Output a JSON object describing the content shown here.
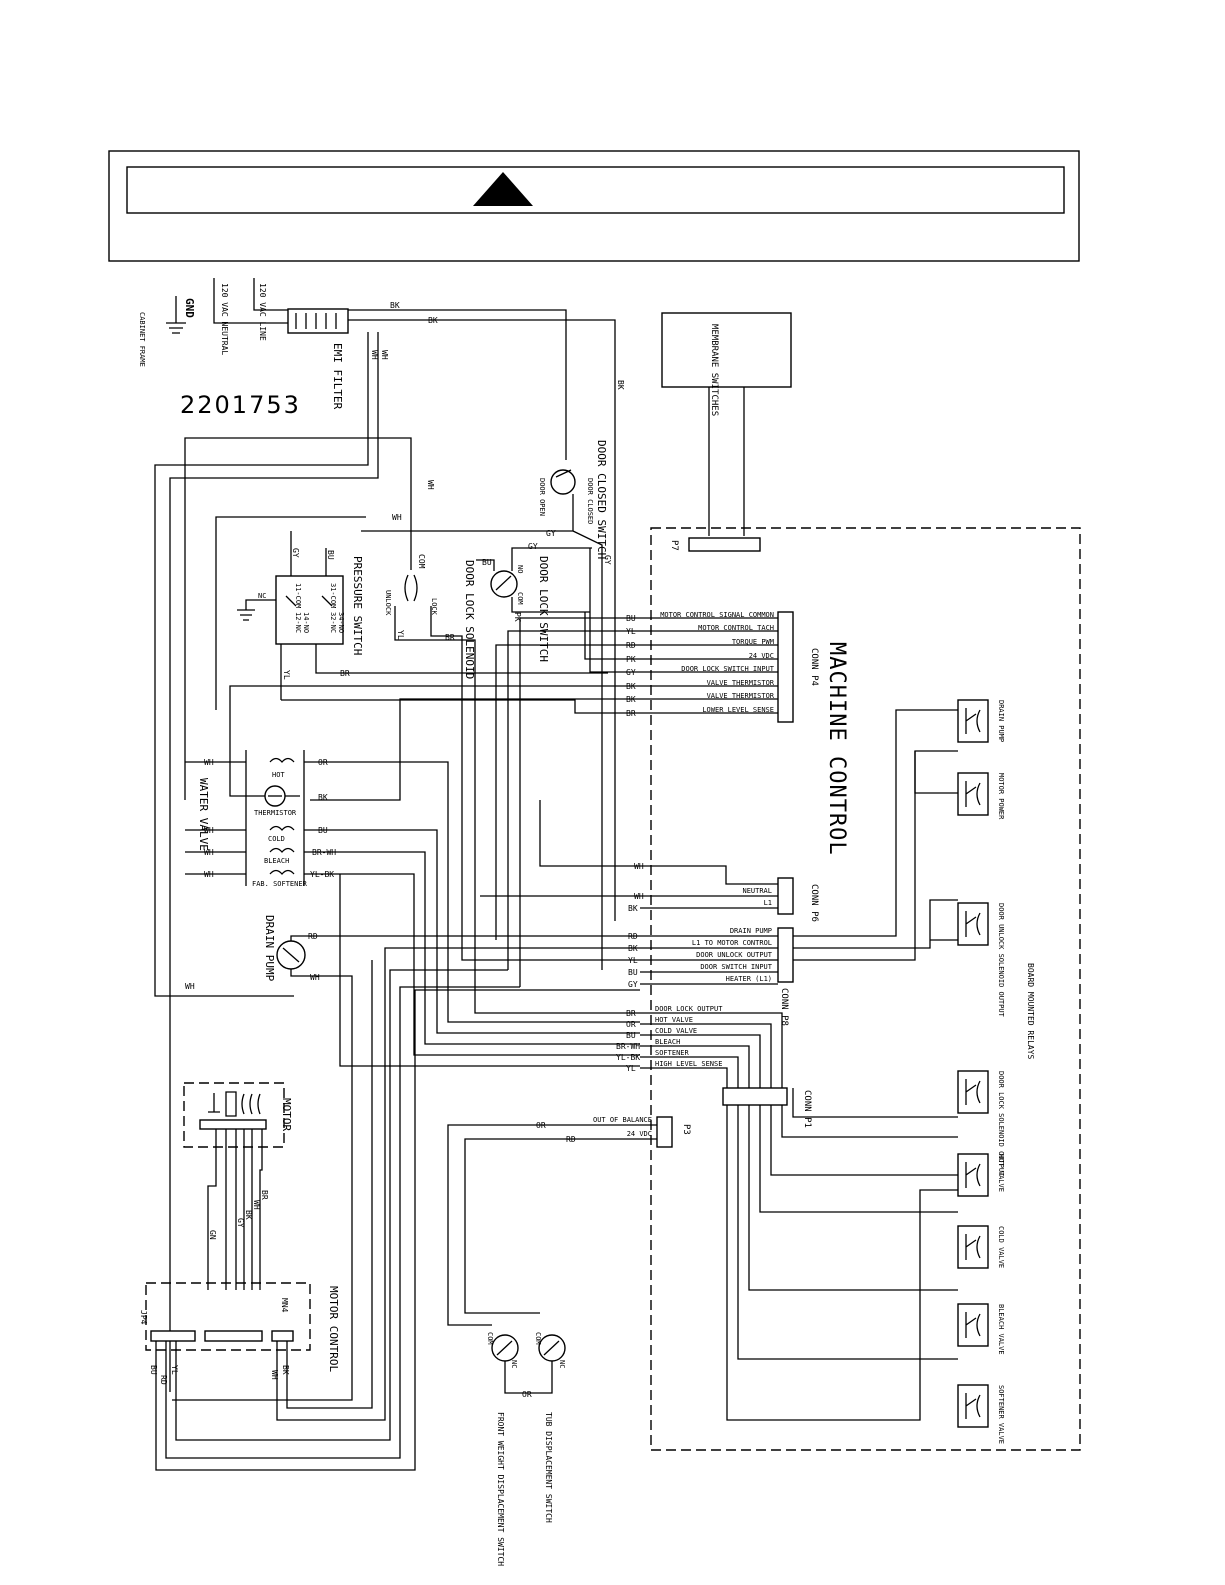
{
  "document": {
    "part_number": "2201753",
    "warning_header": "",
    "warning_text": ""
  },
  "power": {
    "vac_neutral": "120 VAC NEUTRAL",
    "vac_line": "120 VAC LINE",
    "gnd": "GND",
    "cabinet_frame": "CABINET FRAME",
    "emi_filter": "EMI FILTER"
  },
  "components": {
    "membrane_switches": "MEMBRANE SWITCHES",
    "door_closed_switch": "DOOR CLOSED SWITCH",
    "door_lock_solenoid": "DOOR LOCK SOLENOID",
    "door_lock_switch": "DOOR LOCK SWITCH",
    "pressure_switch": "PRESSURE SWITCH",
    "water_valve": "WATER VALVE",
    "drain_pump": "DRAIN PUMP",
    "motor": "MOTOR",
    "motor_control": "MOTOR CONTROL",
    "machine_control": "MACHINE CONTROL",
    "board_mounted_relays": "BOARD MOUNTED RELAYS",
    "front_weight_switch": "FRONT WEIGHT DISPLACEMENT SWITCH",
    "tub_switch": "TUB DISPLACEMENT SWITCH",
    "p7": "P7",
    "p3": "P3",
    "jp4": "JP4",
    "mn4": "MN4",
    "unlock": "UNLOCK",
    "lock": "LOCK",
    "com": "COM",
    "no": "NO",
    "nc": "NC",
    "door_open": "DOOR OPEN",
    "door_closed": "DOOR CLOSED",
    "ps_pins": [
      "11-COM",
      "12-NC",
      "31-COM",
      "32-NC",
      "34-NO",
      "14-NO"
    ],
    "valve_coils": [
      "HOT",
      "THERMISTOR",
      "COLD",
      "BLEACH",
      "FAB. SOFTENER"
    ]
  },
  "connectors": {
    "p4": {
      "label": "CONN P4",
      "pins": [
        {
          "wire": "BU",
          "label": "MOTOR CONTROL SIGNAL COMMON"
        },
        {
          "wire": "YL",
          "label": "MOTOR CONTROL TACH"
        },
        {
          "wire": "RD",
          "label": "TORQUE PWM"
        },
        {
          "wire": "PK",
          "label": "24 VDC"
        },
        {
          "wire": "GY",
          "label": "DOOR LOCK SWITCH INPUT"
        },
        {
          "wire": "BK",
          "label": "VALVE THERMISTOR"
        },
        {
          "wire": "BK",
          "label": "VALVE THERMISTOR"
        },
        {
          "wire": "BR",
          "label": "LOWER LEVEL SENSE"
        }
      ]
    },
    "p6": {
      "label": "CONN P6",
      "pins": [
        {
          "wire": "WH",
          "label": ""
        },
        {
          "wire": "WH",
          "label": "NEUTRAL"
        },
        {
          "wire": "BK",
          "label": "L1"
        }
      ]
    },
    "p8": {
      "label": "CONN P8",
      "pins": [
        {
          "wire": "RD",
          "label": "DRAIN PUMP"
        },
        {
          "wire": "BK",
          "label": "L1 TO MOTOR CONTROL"
        },
        {
          "wire": "YL",
          "label": "DOOR UNLOCK OUTPUT"
        },
        {
          "wire": "BU",
          "label": "DOOR SWITCH INPUT"
        },
        {
          "wire": "GY",
          "label": "HEATER (L1)"
        }
      ]
    },
    "p1": {
      "label": "CONN P1",
      "pins": [
        {
          "wire": "BR",
          "label": "DOOR LOCK OUTPUT"
        },
        {
          "wire": "OR",
          "label": "HOT VALVE"
        },
        {
          "wire": "BU",
          "label": "COLD VALVE"
        },
        {
          "wire": "BR-WH",
          "label": "BLEACH"
        },
        {
          "wire": "YL-BK",
          "label": "SOFTENER"
        },
        {
          "wire": "YL",
          "label": "HIGH LEVEL SENSE"
        }
      ]
    },
    "p3": {
      "pins": [
        {
          "wire": "OR",
          "label": "OUT OF BALANCE"
        },
        {
          "wire": "RD",
          "label": "24 VDC"
        }
      ]
    }
  },
  "relays": [
    "DRAIN PUMP",
    "MOTOR POWER",
    "DOOR UNLOCK SOLENOID OUTPUT",
    "DOOR LOCK SOLENOID OUTPUT",
    "HOT VALVE",
    "COLD VALVE",
    "BLEACH VALVE",
    "SOFTENER VALVE"
  ],
  "wire_colors": {
    "bk": "BK",
    "wh": "WH",
    "gy": "GY",
    "bu": "BU",
    "br": "BR",
    "yl": "YL",
    "or": "OR",
    "rd": "RD",
    "pk": "PK",
    "gn": "GN",
    "br_wh": "BR-WH",
    "yl_bk": "YL-BK"
  },
  "colors": {
    "ink": "#000000",
    "paper": "#ffffff"
  }
}
